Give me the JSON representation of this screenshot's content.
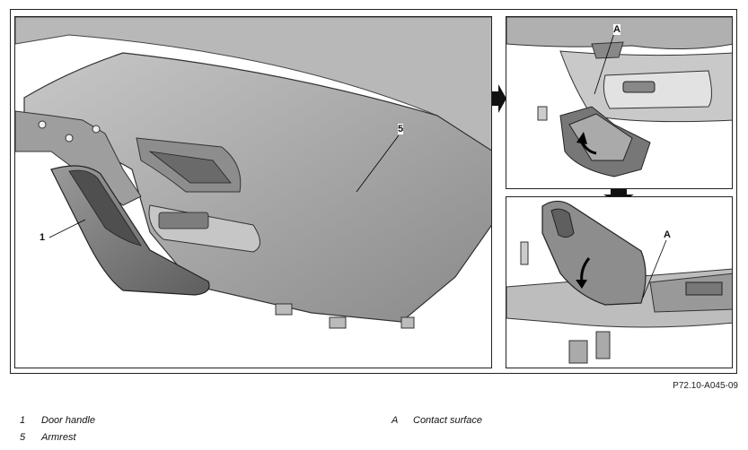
{
  "callouts": {
    "main_1": "1",
    "main_5": "5",
    "top_right_A": "A",
    "bottom_right_A": "A"
  },
  "reference_code": "P72.10-A045-09",
  "legend": [
    {
      "key": "1",
      "text": "Door handle"
    },
    {
      "key": "5",
      "text": "Armrest"
    },
    {
      "key": "A",
      "text": "Contact surface"
    }
  ],
  "colors": {
    "panel_fill": "#a9a9a9",
    "panel_light": "#d4d4d4",
    "panel_dark": "#6f6f6f",
    "outline": "#222222"
  }
}
